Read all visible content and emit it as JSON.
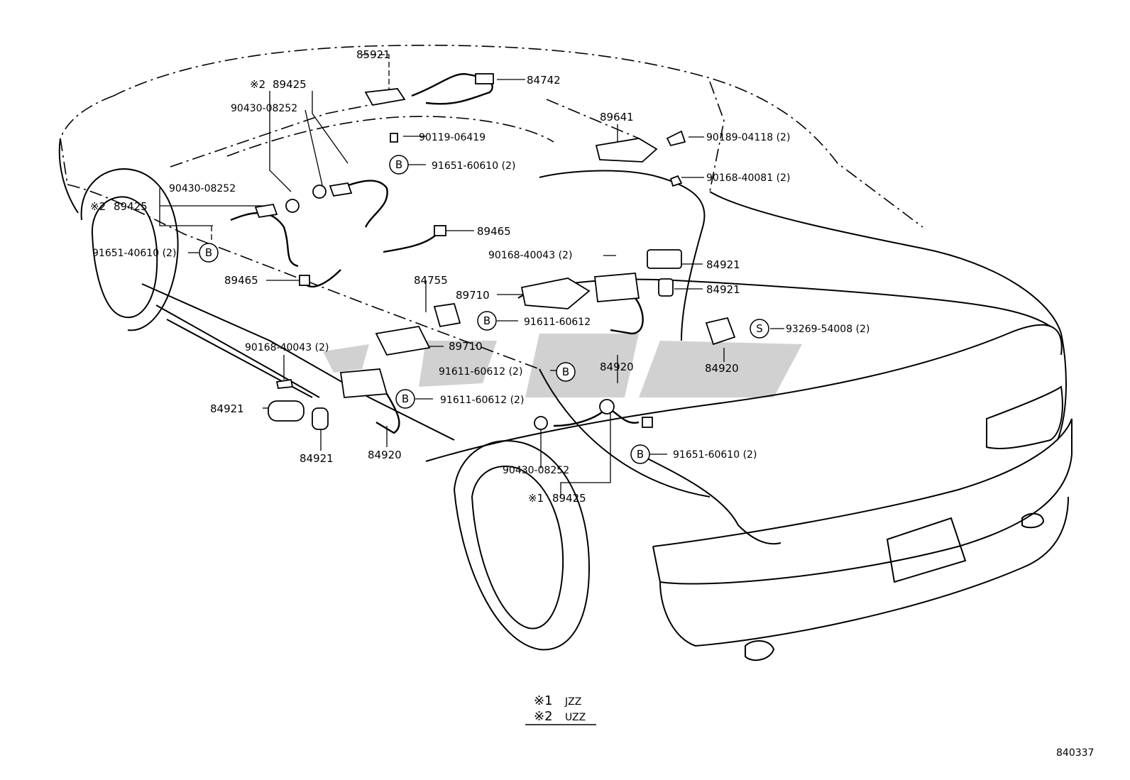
{
  "labels": {
    "p85921": "85921",
    "p84742": "84742",
    "p89425_top": "89425",
    "p90430_a": "90430-08252",
    "p90119": "90119-06419",
    "p91651_top": "91651-60610 (2)",
    "p89641": "89641",
    "p90189": "90189-04118 (2)",
    "p90168_a": "90168-40081 (2)",
    "p90430_b": "90430-08252",
    "p89425_left": "89425",
    "p91651_left": "91651-40610 (2)",
    "p89465_a": "89465",
    "p89465_b": "89465",
    "p90168_b": "90168-40043 (2)",
    "p84921_a": "84921",
    "p84921_b": "84921",
    "p84755": "84755",
    "p89710_a": "89710",
    "p91611_a": "91611-60612",
    "p93269": "93269-54008 (2)",
    "p89710_b": "89710",
    "p84920_a": "84920",
    "p84920_b": "84920",
    "p91611_b": "91611-60612 (2)",
    "p90168_c": "90168-40043 (2)",
    "p91611_c": "91611-60612 (2)",
    "p84921_c": "84921",
    "p84921_d": "84921",
    "p84920_c": "84920",
    "p91651_right": "91651-60610 (2)",
    "p90430_c": "90430-08252",
    "p89425_bottom": "89425"
  },
  "markers": {
    "note1": "※1",
    "note2": "※2",
    "bolt_b": "B",
    "screw_s": "S"
  },
  "legend": {
    "note1_mark": "※1",
    "note1_text": "JZZ",
    "note2_mark": "※2",
    "note2_text": "UZZ"
  },
  "diagram_id": "840337"
}
